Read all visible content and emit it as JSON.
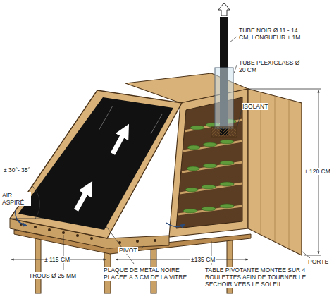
{
  "diagram": {
    "labels": [
      "TUBE NOIR Ø 11 - 14 CM, LONGUEUR ± 1M",
      "TUBE PLEXIGLASS Ø 20 CM",
      "ISOLANT",
      "± 120 CM",
      "± 30°- 35°",
      "AIR ASPIRÉ",
      "± 115 CM",
      "PIVOT",
      "±135 CM",
      "PORTE",
      "TROUS Ø 25 MM",
      "PLAQUE DE MÉTAL NOIRE PLACÉE À 3 CM DE LA VITRE",
      "TABLE PIVOTANTE MONTÉE SUR 4 ROULETTES AFIN DE TOURNER LE SÉCHOIR VERS LE SOLEIL"
    ]
  }
}
